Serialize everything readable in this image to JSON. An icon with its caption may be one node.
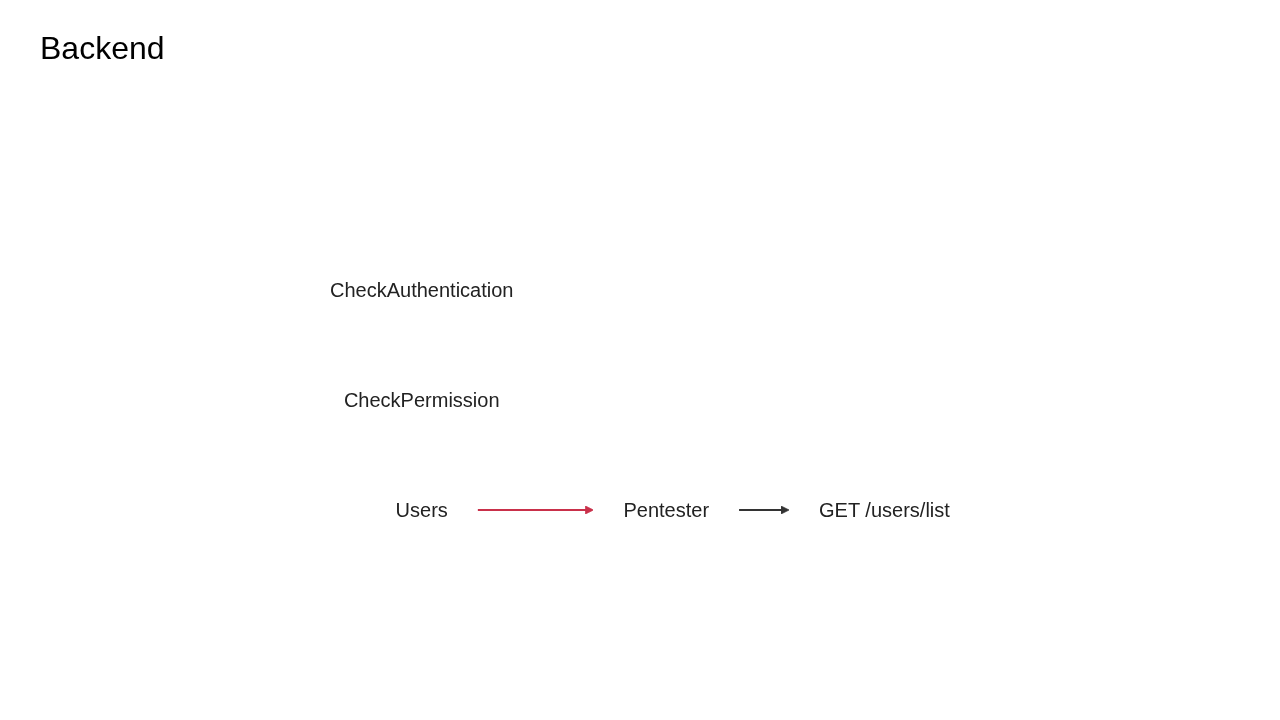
{
  "diagram": {
    "title": "Backend",
    "nodes": [
      {
        "text": [
          "GET /users/list"
        ]
      },
      {
        "text": [
          "CheckAuthentication"
        ]
      },
      {
        "text": [
          "CheckPermission"
        ]
      },
      {
        "text": [
          "Users"
        ]
      },
      {
        "text": [
          "Pentester"
        ]
      }
    ],
    "edges": [
      {
        "from": 4,
        "to": 0,
        "arrow": "to"
      },
      {
        "from": 3,
        "to": 4,
        "arrow": "to",
        "color": "#c9304a"
      }
    ]
  }
}
